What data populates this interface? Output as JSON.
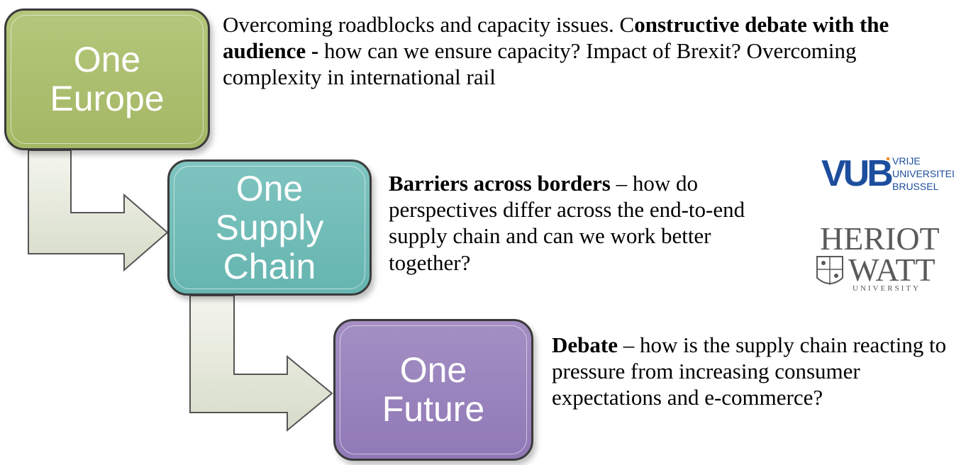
{
  "steps": [
    {
      "title_line1": "One",
      "title_line2": "Europe",
      "title_line3": "",
      "bold_text": "",
      "normal_text": "Overcoming roadblocks and capacity issues.  C",
      "bold_mid": "onstructive debate with the audience -",
      "rest_text": " how can we ensure capacity? Impact of Brexit?  Overcoming complexity in international rail",
      "color": "#a9bc6c"
    },
    {
      "title_line1": "One",
      "title_line2": "Supply",
      "title_line3": "Chain",
      "bold_text": "Barriers across borders",
      "rest_text": " – how do perspectives differ across the end-to-end supply chain and can we work better together?",
      "color": "#6dbab5"
    },
    {
      "title_line1": "One",
      "title_line2": "Future",
      "title_line3": "",
      "bold_text": "Debate",
      "rest_text": " – how is the supply chain reacting to pressure from increasing consumer expectations and e-commerce?",
      "color": "#9580bb"
    }
  ],
  "logos": {
    "vub": {
      "mark": "VUB",
      "line1": "VRIJE",
      "line2": "UNIVERSITEI",
      "line3": "BRUSSEL",
      "color": "#1d4e9e"
    },
    "heriot_watt": {
      "line1": "HERIOT",
      "line2": "WATT",
      "line3": "UNIVERSITY",
      "color": "#5a5a5a"
    }
  }
}
